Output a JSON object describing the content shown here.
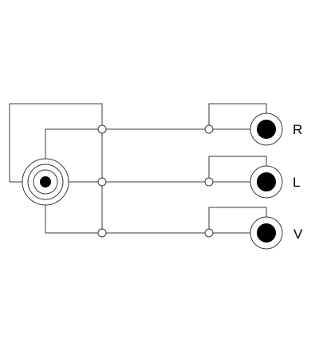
{
  "diagram": {
    "outputs": [
      {
        "label": "R"
      },
      {
        "label": "L"
      },
      {
        "label": "V"
      }
    ],
    "colors": {
      "line": "#3a3a3a",
      "pin": "#000000",
      "background": "#ffffff"
    }
  }
}
